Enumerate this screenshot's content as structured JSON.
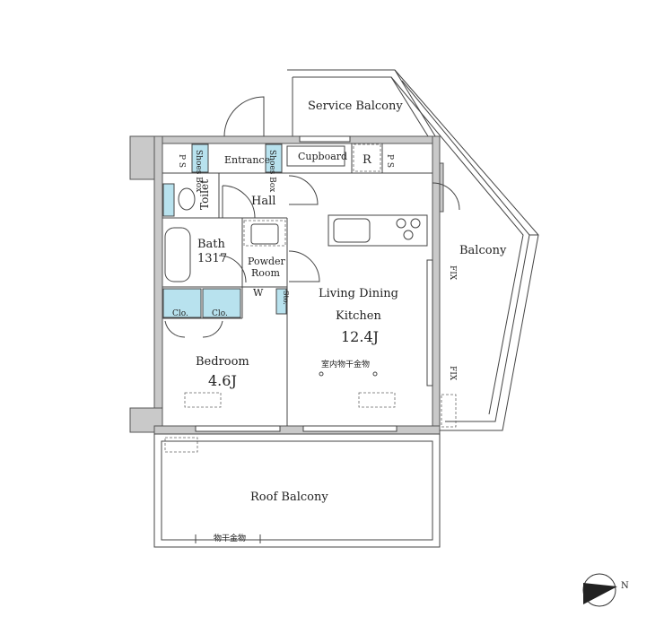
{
  "rooms": {
    "service_balcony": "Service Balcony",
    "ps_left": "P S",
    "shoes_box_left": "Shoes Box",
    "entrance": "Entrance",
    "shoes_box_right": "Shoes Box",
    "cupboard": "Cupboard",
    "fridge": "R",
    "ps_right": "P S",
    "toilet": "Toilet",
    "hall": "Hall",
    "bath": "Bath",
    "bath_size": "1317",
    "powder_room_1": "Powder",
    "powder_room_2": "Room",
    "washer": "W",
    "storage": "Sto.",
    "closet_1": "Clo.",
    "closet_2": "Clo.",
    "ldk_1": "Living Dining",
    "ldk_2": "Kitchen",
    "ldk_size": "12.4J",
    "indoor_dryer": "室内物干金物",
    "bedroom": "Bedroom",
    "bedroom_size": "4.6J",
    "balcony": "Balcony",
    "fix_1": "FIX",
    "fix_2": "FIX",
    "roof_balcony": "Roof Balcony",
    "outdoor_dryer": "物干金物"
  },
  "compass": {
    "north_label": "N"
  }
}
